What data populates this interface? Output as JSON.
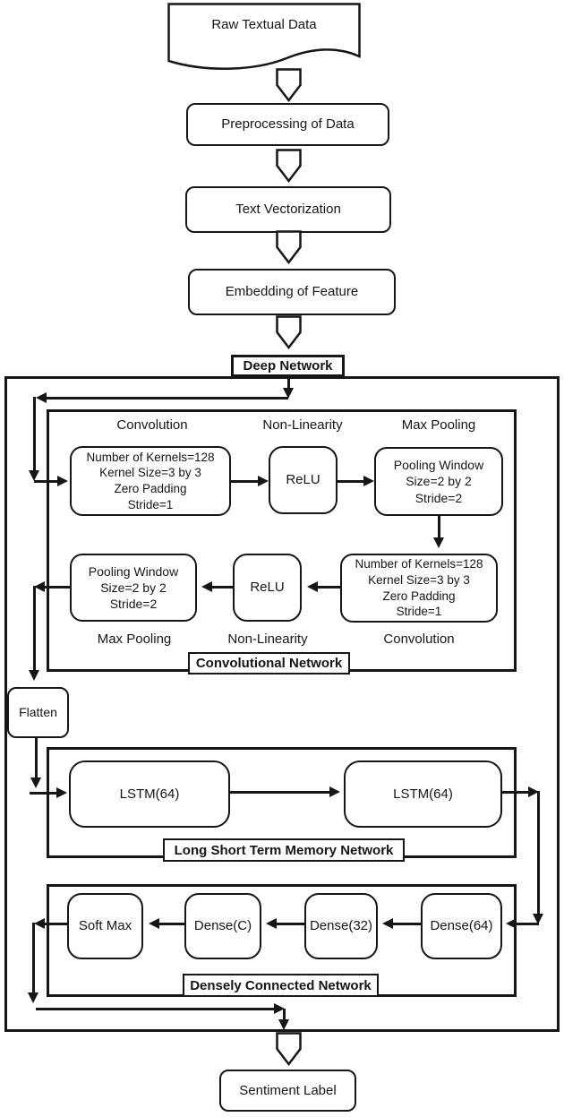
{
  "flow": {
    "raw_data": "Raw Textual Data",
    "preprocessing": "Preprocessing of Data",
    "vectorization": "Text Vectorization",
    "embedding": "Embedding of Feature",
    "deep_network": "Deep Network",
    "flatten": "Flatten",
    "sentiment": "Sentiment Label"
  },
  "conv": {
    "section_label": "Convolutional Network",
    "row1": {
      "labels": [
        "Convolution",
        "Non-Linearity",
        "Max Pooling"
      ],
      "kernel_lines": [
        "Number of Kernels=128",
        "Kernel Size=3 by 3",
        "Zero Padding",
        "Stride=1"
      ],
      "relu": "ReLU",
      "pool_lines": [
        "Pooling Window",
        "Size=2 by 2",
        "Stride=2"
      ]
    },
    "row2": {
      "labels": [
        "Max Pooling",
        "Non-Linearity",
        "Convolution"
      ],
      "kernel_lines": [
        "Number of Kernels=128",
        "Kernel Size=3 by 3",
        "Zero Padding",
        "Stride=1"
      ],
      "relu": "ReLU",
      "pool_lines": [
        "Pooling Window",
        "Size=2 by 2",
        "Stride=2"
      ]
    }
  },
  "lstm": {
    "section_label": "Long Short Term Memory Network",
    "units": [
      "LSTM(64)",
      "LSTM(64)"
    ]
  },
  "dense": {
    "section_label": "Densely Connected Network",
    "softmax": "Soft Max",
    "layers": [
      "Dense(C)",
      "Dense(32)",
      "Dense(64)"
    ]
  },
  "colors": {
    "line": "#161616",
    "background": "#ffffff"
  }
}
